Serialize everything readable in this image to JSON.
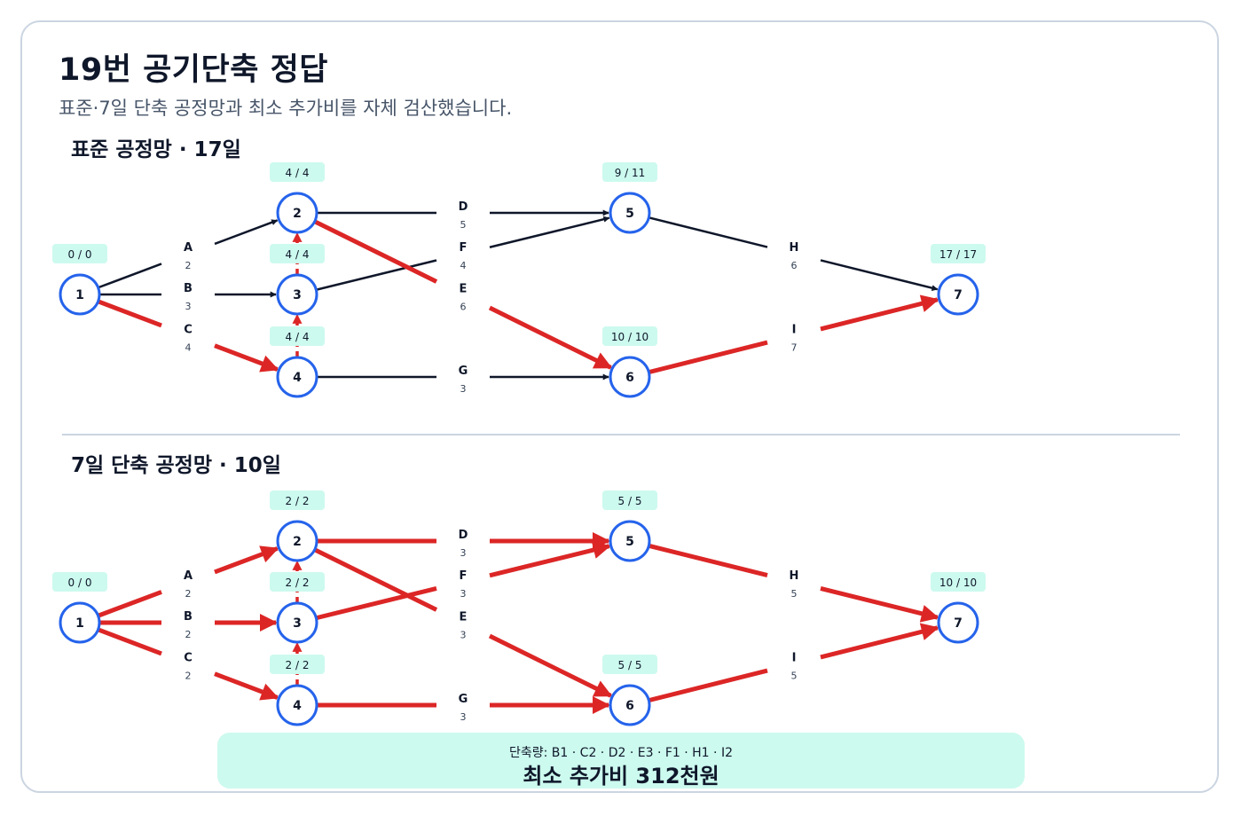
{
  "title": "19번 공기단축 정답",
  "subtitle": "표준·7일 단축 공정망과 최소 추가비를 자체 검산했습니다.",
  "colors": {
    "critical": "#dc2626",
    "normal": "#0f172a",
    "node_border": "#2563eb",
    "badge_bg": "#ccfaee"
  },
  "networks": [
    {
      "title": "표준 공정망 · 17일",
      "nodes": [
        {
          "id": "1",
          "times": "0 / 0"
        },
        {
          "id": "2",
          "times": "4 / 4"
        },
        {
          "id": "3",
          "times": "4 / 4"
        },
        {
          "id": "4",
          "times": "4 / 4"
        },
        {
          "id": "5",
          "times": "9 / 11"
        },
        {
          "id": "6",
          "times": "10 / 10"
        },
        {
          "id": "7",
          "times": "17 / 17"
        }
      ],
      "activities": [
        {
          "name": "A",
          "from": "1",
          "to": "2",
          "duration": "2",
          "critical": false
        },
        {
          "name": "B",
          "from": "1",
          "to": "3",
          "duration": "3",
          "critical": false
        },
        {
          "name": "C",
          "from": "1",
          "to": "4",
          "duration": "4",
          "critical": true
        },
        {
          "name": "D",
          "from": "2",
          "to": "5",
          "duration": "5",
          "critical": false
        },
        {
          "name": "F",
          "from": "3",
          "to": "5",
          "duration": "4",
          "critical": false
        },
        {
          "name": "E",
          "from": "2",
          "to": "6",
          "duration": "6",
          "critical": true
        },
        {
          "name": "G",
          "from": "4",
          "to": "6",
          "duration": "3",
          "critical": false
        },
        {
          "name": "H",
          "from": "5",
          "to": "7",
          "duration": "6",
          "critical": false
        },
        {
          "name": "I",
          "from": "6",
          "to": "7",
          "duration": "7",
          "critical": true
        }
      ],
      "dummies": [
        {
          "from": "4",
          "to": "3",
          "critical": true
        },
        {
          "from": "3",
          "to": "2",
          "critical": true
        }
      ]
    },
    {
      "title": "7일 단축 공정망 · 10일",
      "nodes": [
        {
          "id": "1",
          "times": "0 / 0"
        },
        {
          "id": "2",
          "times": "2 / 2"
        },
        {
          "id": "3",
          "times": "2 / 2"
        },
        {
          "id": "4",
          "times": "2 / 2"
        },
        {
          "id": "5",
          "times": "5 / 5"
        },
        {
          "id": "6",
          "times": "5 / 5"
        },
        {
          "id": "7",
          "times": "10 / 10"
        }
      ],
      "activities": [
        {
          "name": "A",
          "from": "1",
          "to": "2",
          "duration": "2",
          "critical": true
        },
        {
          "name": "B",
          "from": "1",
          "to": "3",
          "duration": "2",
          "critical": true
        },
        {
          "name": "C",
          "from": "1",
          "to": "4",
          "duration": "2",
          "critical": true
        },
        {
          "name": "D",
          "from": "2",
          "to": "5",
          "duration": "3",
          "critical": true
        },
        {
          "name": "F",
          "from": "3",
          "to": "5",
          "duration": "3",
          "critical": true
        },
        {
          "name": "E",
          "from": "2",
          "to": "6",
          "duration": "3",
          "critical": true
        },
        {
          "name": "G",
          "from": "4",
          "to": "6",
          "duration": "3",
          "critical": true
        },
        {
          "name": "H",
          "from": "5",
          "to": "7",
          "duration": "5",
          "critical": true
        },
        {
          "name": "I",
          "from": "6",
          "to": "7",
          "duration": "5",
          "critical": true
        }
      ],
      "dummies": [
        {
          "from": "4",
          "to": "3",
          "critical": true
        },
        {
          "from": "3",
          "to": "2",
          "critical": true
        }
      ]
    }
  ],
  "result": {
    "reduction": "단축량: B1 · C2 · D2 · E3 · F1 · H1 · I2",
    "cost": "최소 추가비 312천원"
  }
}
